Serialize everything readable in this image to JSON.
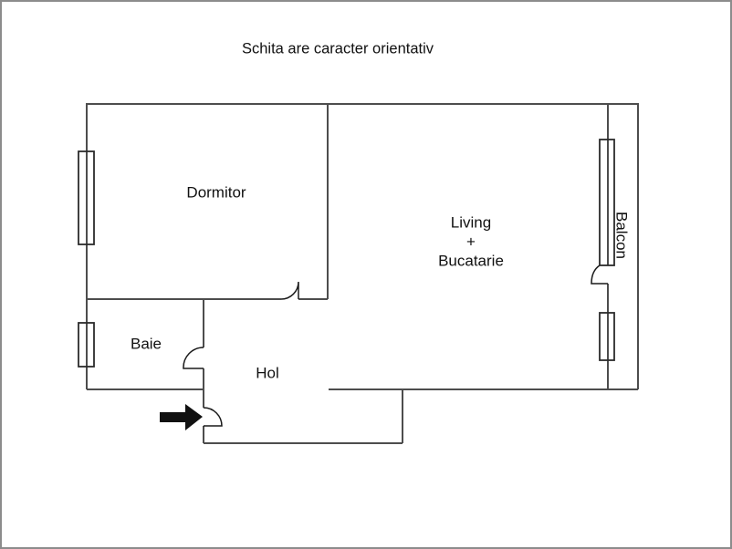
{
  "title": "Schita are caracter orientativ",
  "rooms": [
    {
      "id": "dormitor",
      "label": "Dormitor"
    },
    {
      "id": "living-bucatarie",
      "label_lines": [
        "Living",
        "+",
        "Bucatarie"
      ]
    },
    {
      "id": "baie",
      "label": "Baie"
    },
    {
      "id": "hol",
      "label": "Hol"
    },
    {
      "id": "balcon",
      "label": "Balcon"
    }
  ],
  "icons": {
    "entrance_arrow": "arrow-right"
  },
  "colors": {
    "wall": "#4d4d4d",
    "detail": "#1a1a1a",
    "window_stroke": "#2b2b2b",
    "border": "#8c8c8c",
    "background": "#ffffff",
    "text": "#111111",
    "arrow": "#111111"
  }
}
